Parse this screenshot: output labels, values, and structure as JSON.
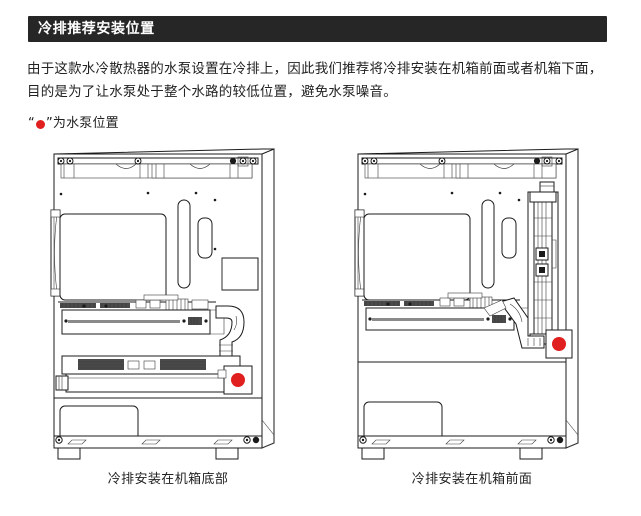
{
  "header": {
    "title": "冷排推荐安装位置"
  },
  "body": {
    "paragraph": "由于这款水冷散热器的水泵设置在冷排上，因此我们推荐将冷排安装在机箱前面或者机箱下面，目的是为了让水泵处于整个水路的较低位置，避免水泵噪音。",
    "pump_note_prefix": "“",
    "pump_note_suffix": "”为水泵位置",
    "pump_dot_color": "#e01f1f"
  },
  "figures": [
    {
      "id": "radiator-bottom",
      "caption": "冷排安装在机箱底部",
      "pump_marker_color": "#e01f1f"
    },
    {
      "id": "radiator-front",
      "caption": "冷排安装在机箱前面",
      "pump_marker_color": "#e01f1f"
    }
  ]
}
